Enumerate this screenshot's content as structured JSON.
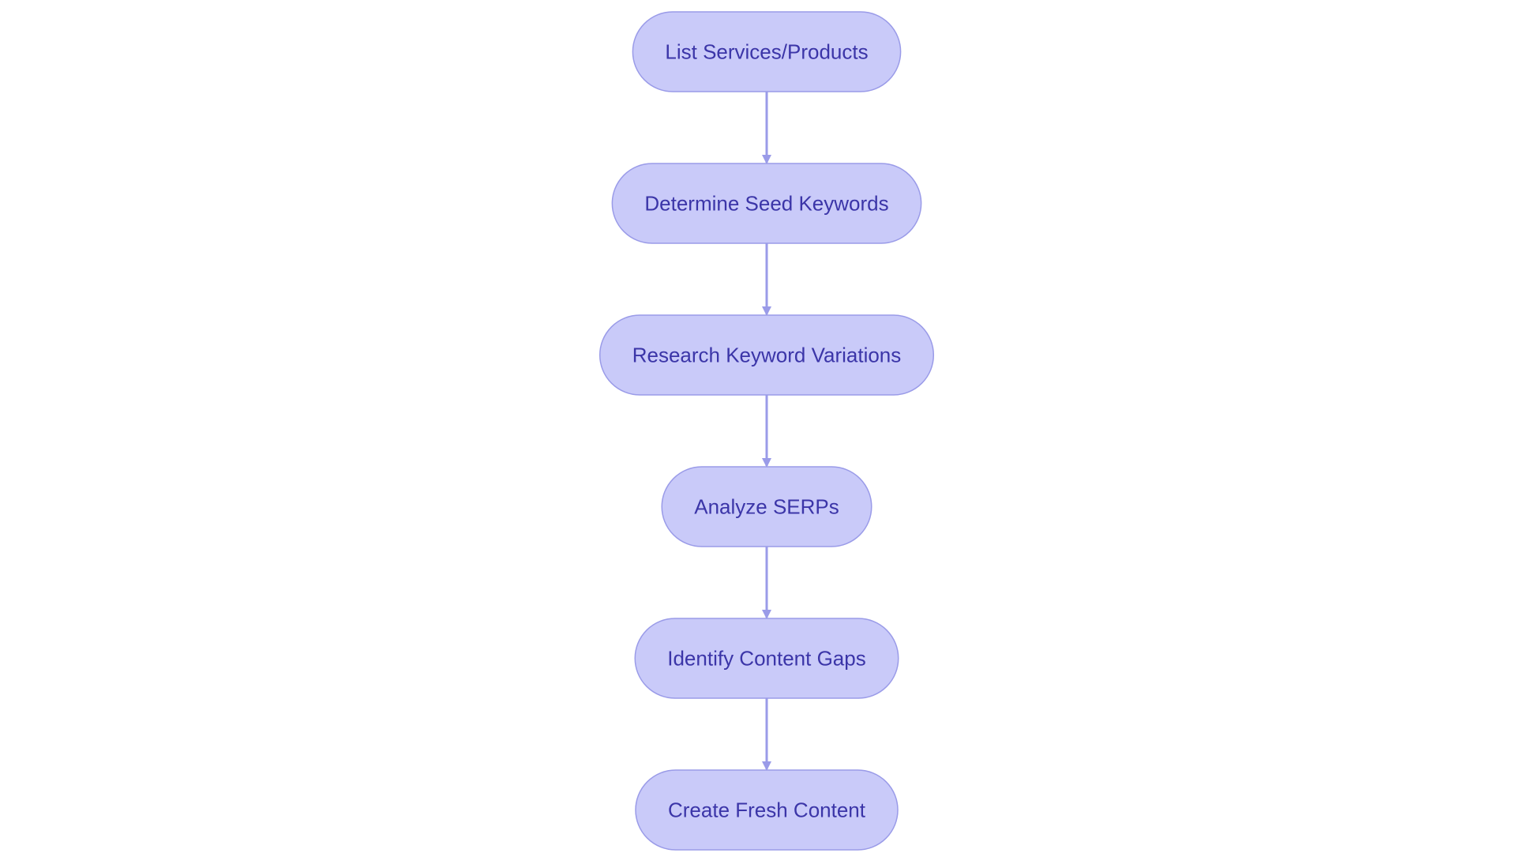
{
  "diagram": {
    "type": "flowchart",
    "direction": "top-to-bottom",
    "node_shape": "stadium",
    "colors": {
      "node_fill": "#c9caf9",
      "node_stroke": "#9a9be8",
      "node_text": "#3b35a8",
      "edge": "#9a9be8",
      "background": "#ffffff"
    },
    "nodes": [
      {
        "id": "n1",
        "label": "List Services/Products"
      },
      {
        "id": "n2",
        "label": "Determine Seed Keywords"
      },
      {
        "id": "n3",
        "label": "Research Keyword Variations"
      },
      {
        "id": "n4",
        "label": "Analyze SERPs"
      },
      {
        "id": "n5",
        "label": "Identify Content Gaps"
      },
      {
        "id": "n6",
        "label": "Create Fresh Content"
      }
    ],
    "edges": [
      {
        "from": "n1",
        "to": "n2"
      },
      {
        "from": "n2",
        "to": "n3"
      },
      {
        "from": "n3",
        "to": "n4"
      },
      {
        "from": "n4",
        "to": "n5"
      },
      {
        "from": "n5",
        "to": "n6"
      }
    ]
  }
}
